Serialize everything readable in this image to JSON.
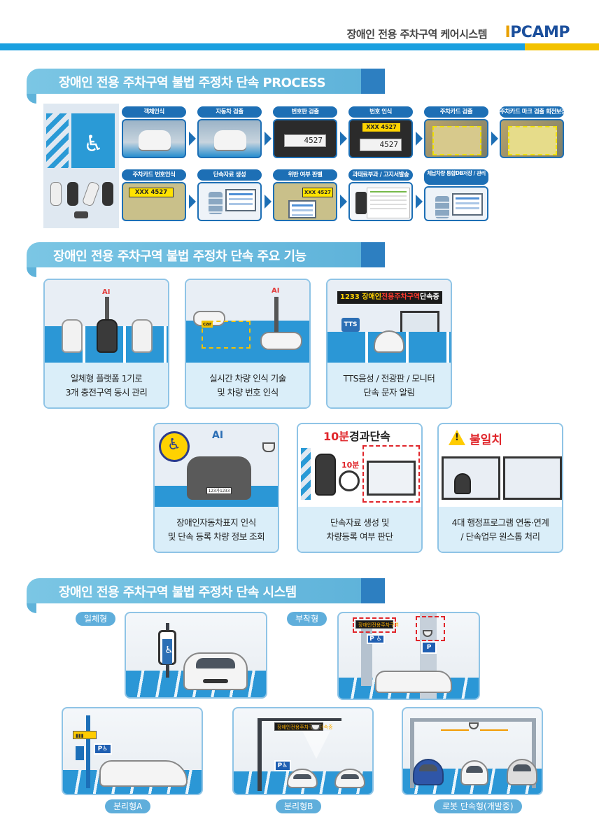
{
  "header": {
    "title": "장애인 전용 주차구역 케어시스템",
    "logo_i": "I",
    "logo_rest": "PCAMP",
    "colors": {
      "stripe_blue": "#1aa0e0",
      "stripe_yellow": "#f3c200",
      "logo": "#1b4f9c"
    }
  },
  "sections": {
    "process": "장애인 전용 주차구역 불법 주정차 단속 PROCESS",
    "features": "장애인 전용 주차구역 불법 주정차 단속 주요 기능",
    "system": "장애인 전용 주차구역 불법 주정차 단속 시스템"
  },
  "process_steps": [
    {
      "label": "객체인식"
    },
    {
      "label": "자동차 검출"
    },
    {
      "label": "번호판 검출",
      "plate": "4527"
    },
    {
      "label": "번호 인식",
      "plate": "4527",
      "tag": "XXX 4527"
    },
    {
      "label": "주차카드 검출"
    },
    {
      "label": "주차카드 마크 검출 회전보정"
    },
    {
      "label": "주차카드 번호인식",
      "tag": "XXX 4527"
    },
    {
      "label": "단속자료 생성"
    },
    {
      "label": "위반 여부 판별",
      "tag": "XXX 4527"
    },
    {
      "label": "과태료부과 / 고지서발송"
    },
    {
      "label": "체납차량 통합DB저장 / 관리"
    }
  ],
  "features": [
    {
      "line1": "일체형 플랫폼 1기로",
      "line2": "3개 충전구역 동시 관리",
      "ai": "AI"
    },
    {
      "line1": "실시간 차량 인식 기술",
      "line2": "및 차량 번호 인식",
      "ai": "AI",
      "car_tag": "car"
    },
    {
      "line1": "TTS음성 / 전광판 / 모니터",
      "line2": "단속 문자 알림",
      "tts": "TTS",
      "led_num": "1233",
      "led_a": "장애인",
      "led_b": "전용주차구역",
      "led_c": "단속중"
    },
    {
      "line1": "장애인자동차표지 인식",
      "line2": "및 단속 등록 차량 정보 조회",
      "ai": "AI",
      "plate": "123가1233"
    },
    {
      "line1": "단속자료 생성 및",
      "line2": "차량등록 여부 판단",
      "head_num": "10분",
      "head_text": "경과단속",
      "timer": "10분"
    },
    {
      "line1": "4대 행정프로그램 연동·연계",
      "line2": "/ 단속업무 원스톱 처리",
      "warn": "불일치"
    }
  ],
  "systems": [
    {
      "label": "일체형"
    },
    {
      "label": "부착형"
    },
    {
      "label": "분리형A"
    },
    {
      "label": "분리형B"
    },
    {
      "label": "로봇 단속형(개발중)"
    }
  ]
}
